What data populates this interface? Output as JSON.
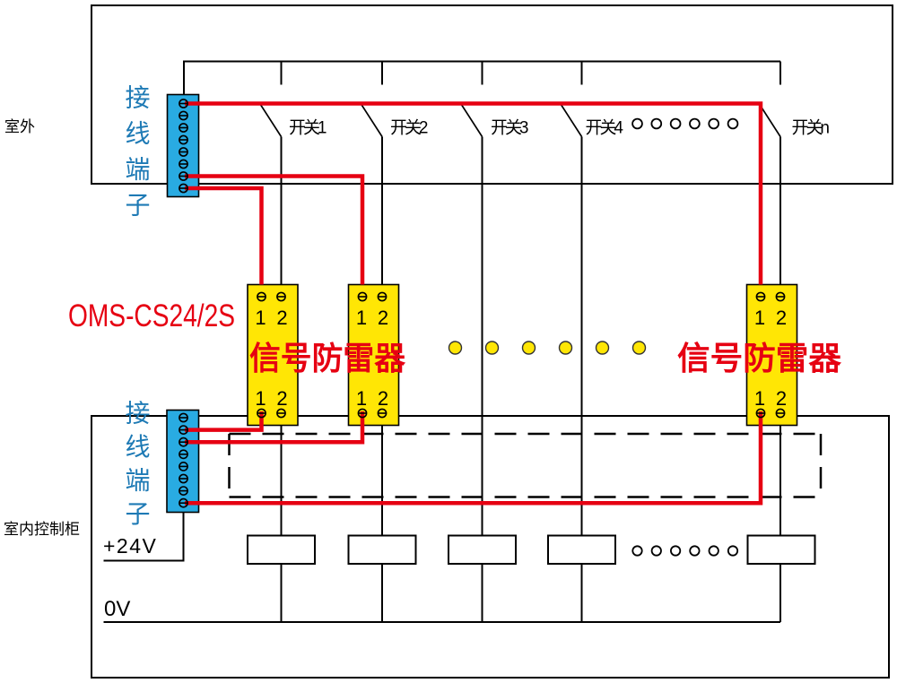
{
  "diagram": {
    "type": "signal-surge-protector-wiring-schematic",
    "outdoor": {
      "area_label": "室外",
      "terminal_block_label": "接线端子",
      "switch_labels": [
        "开关1",
        "开关2",
        "开关3",
        "开关4",
        "开关n"
      ],
      "switch_continuation_circles": 6,
      "terminal_count": 8
    },
    "surge_protection": {
      "model": "OMS-CS24/2S",
      "device_name_left": "信号防雷器",
      "device_name_right": "信号防雷器",
      "terminal_labels": [
        "1",
        "2"
      ],
      "device_count_shown": 3,
      "continuation_dots": 6
    },
    "indoor": {
      "area_label": "室内控制柜",
      "terminal_block_label": "接线端子",
      "power_positive_label": "+24V",
      "power_zero_label": "0V",
      "relay_count_shown": 5,
      "relay_continuation_circles": 6,
      "terminal_count": 8
    },
    "colors": {
      "wire_red": "#e60012",
      "device_yellow": "#ffe605",
      "terminal_block_blue": "#29abe2",
      "label_blue": "#1e7ab5",
      "line_black": "#000000"
    }
  }
}
